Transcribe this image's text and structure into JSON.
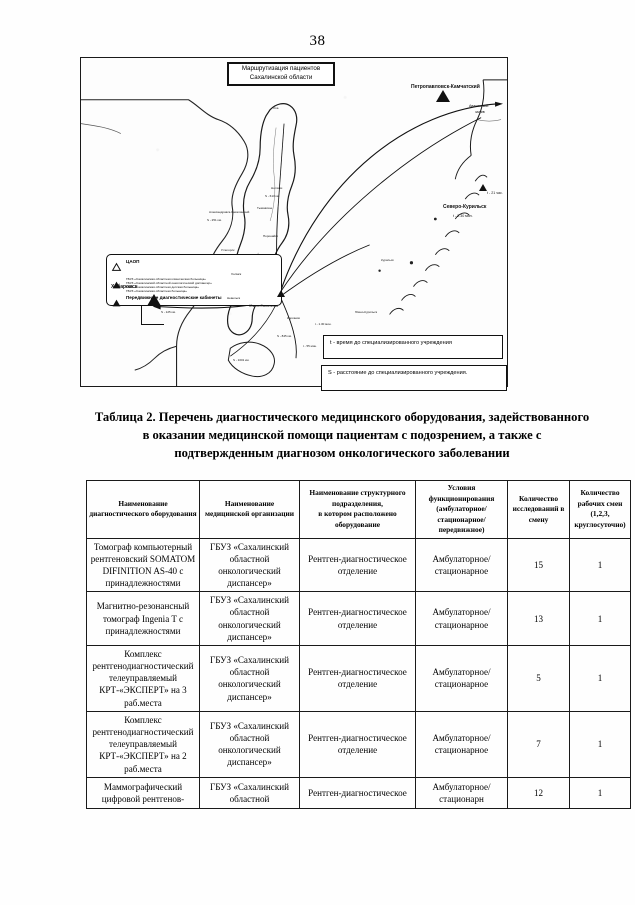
{
  "page": {
    "number": "38"
  },
  "map": {
    "title_line1": "Маршрутизация пациентов",
    "title_line2": "Сахалинской области",
    "legend": {
      "chop_label": "ЦАОП",
      "chop_items": "ГБУЗ «Сахалинская областная клиническая больница»\nГБУЗ «Сахалинский областной онкологический диспансер»\nГБУЗ «Сахалинская областная детская больница»\nГБУЗ «Сахалинская областная больница»",
      "mobile_label": "Передвижные диагностические кабинеты"
    },
    "note_t": "t  - время до специализированного учреждения",
    "note_s": "S - расстояние до специализированного учреждения.",
    "labels": {
      "khabarovsk": "Хабаровск",
      "petropavlovsk": "Петропавловск-Камчатский",
      "avacha_bay_l1": "Авачинский",
      "avacha_bay_l2": "залив",
      "severo_kurilsk": "Северо-Курильск",
      "severo_kurilsk_t1": "t - 21 час.",
      "severo_kurilsk_t2": "t - 2.30 мин.",
      "yuzhno_sakhalinsk": "Южно-Сахалинск",
      "okha": "Оха",
      "nogliki": "Ноглики",
      "poronaysk": "Поронайск",
      "aleksandrovsk": "Александровск-Сахалинский",
      "kholmsk": "Холмск",
      "korsakov": "Корсаков",
      "nevelsk": "Невельск",
      "kurilsk": "Курильск",
      "yuzhno_kurilsk": "Южно-Курильск",
      "tymovskoe": "Тымовское",
      "uglegorsk": "Углегорск",
      "dist1": "t - 1.30 мин.",
      "dist2": "t - 55 мин.",
      "dist3": "S - 1001 км.",
      "dist4": "S - 845 км.",
      "dist5": "S - 613 км.",
      "dist6": "S - 251 км.",
      "dist7": "S - 125 км."
    }
  },
  "table": {
    "caption": "Таблица 2. Перечень диагностического медицинского оборудования, задействованного в оказании медицинской помощи пациентам с подозрением, а также с подтвержденным диагнозом онкологического заболевании",
    "headers": [
      "Наименование диагностического оборудования",
      "Наименование медицинской организации",
      "Наименование структурного подразделения,\nв котором расположено оборудование",
      "Условия функционирования (амбулаторное/стационарное/ передвижное)",
      "Количество исследований в смену",
      "Количество рабочих смен (1,2,3, круглосуточно)"
    ],
    "rows": [
      {
        "equipment": "Томограф компьютерный рентгеновский SOMATOM DIFINITION AS-40 с принадлежностями",
        "organization": "ГБУЗ «Сахалинский областной онкологический диспансер»",
        "department": "Рентген-диагностическое отделение",
        "conditions": "Амбулаторное/стационарное",
        "count": "15",
        "shifts": "1"
      },
      {
        "equipment": "Магнитно-резонансный томограф Ingenia T с принадлежностями",
        "organization": "ГБУЗ «Сахалинский областной онкологический диспансер»",
        "department": "Рентген-диагностическое отделение",
        "conditions": "Амбулаторное/стационарное",
        "count": "13",
        "shifts": "1"
      },
      {
        "equipment": "Комплекс рентгенодиагностический телеуправляемый КРТ-«ЭКСПЕРТ» на 3 раб.места",
        "organization": "ГБУЗ «Сахалинский областной онкологический диспансер»",
        "department": "Рентген-диагностическое отделение",
        "conditions": "Амбулаторное/стационарное",
        "count": "5",
        "shifts": "1"
      },
      {
        "equipment": "Комплекс рентгенодиагностический телеуправляемый КРТ-«ЭКСПЕРТ» на 2 раб.места",
        "organization": "ГБУЗ «Сахалинский областной онкологический диспансер»",
        "department": "Рентген-диагностическое отделение",
        "conditions": "Амбулаторное/стационарное",
        "count": "7",
        "shifts": "1"
      },
      {
        "equipment": "Маммографический цифровой рентгенов-",
        "organization": "ГБУЗ «Сахалинский областной",
        "department": "Рентген-диагностическое",
        "conditions": "Амбулаторное/стационарн",
        "count": "12",
        "shifts": "1"
      }
    ]
  }
}
